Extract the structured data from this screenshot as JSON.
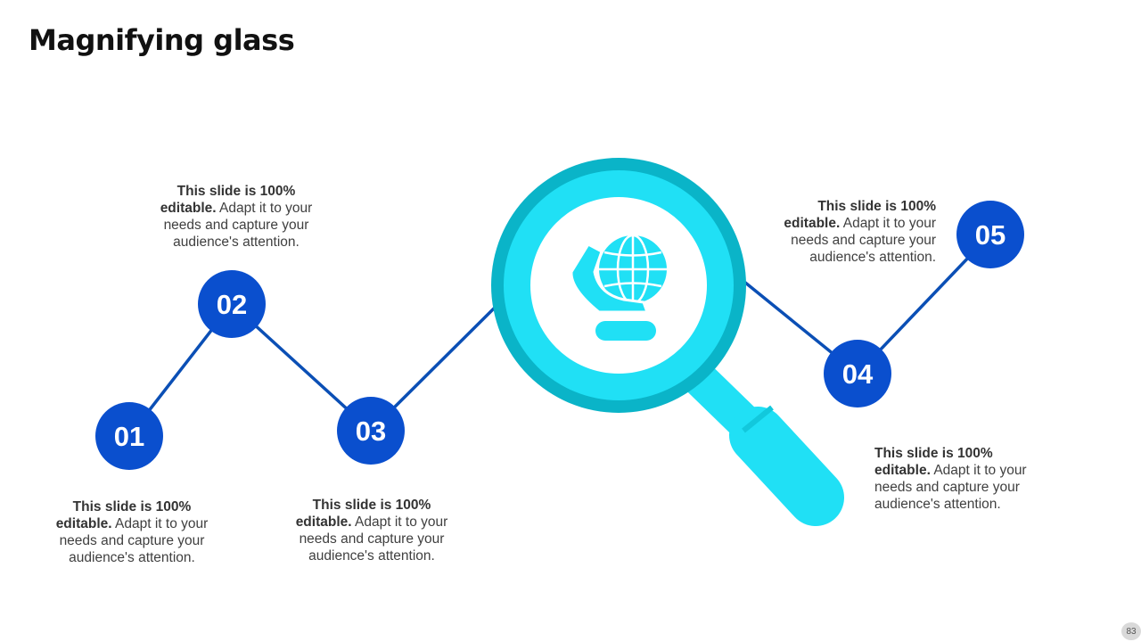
{
  "slide": {
    "title": "Magnifying glass",
    "page_number": "83"
  },
  "nodes": [
    {
      "label": "01",
      "bold": "This slide is 100% editable.",
      "text": " Adapt it to your needs and capture your audience's attention."
    },
    {
      "label": "02",
      "bold": "This slide is 100% editable.",
      "text": " Adapt it to your needs and capture your audience's attention."
    },
    {
      "label": "03",
      "bold": "This slide is 100% editable.",
      "text": " Adapt it to your needs and capture your audience's attention."
    },
    {
      "label": "04",
      "bold": "This slide is 100% editable.",
      "text": " Adapt it to your needs and capture your audience's attention."
    },
    {
      "label": "05",
      "bold": "This slide is 100% editable.",
      "text": " Adapt it to your needs and capture your audience's attention."
    }
  ],
  "icons": {
    "central": "magnifying-glass-icon",
    "inner": "globe-in-hand-icon"
  },
  "colors": {
    "node_blue": "#0a4fce",
    "line_blue": "#0b4fb5",
    "lens_cyan": "#20e0f5",
    "lens_rim": "#0ab4c8"
  }
}
